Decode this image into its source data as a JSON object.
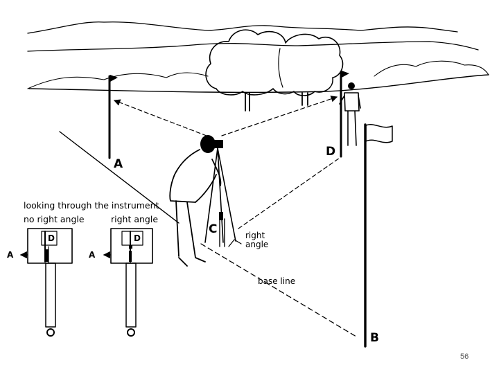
{
  "labels": {
    "point_a": "A",
    "point_b": "B",
    "point_c": "C",
    "point_d": "D",
    "right_angle": [
      "right",
      "angle"
    ],
    "base_line": "base line"
  },
  "inset": {
    "heading": "looking through the instrument",
    "left_caption": "no right angle",
    "right_caption": "right angle",
    "target_label": "D",
    "arrow_label": "A"
  },
  "page_number": "56"
}
